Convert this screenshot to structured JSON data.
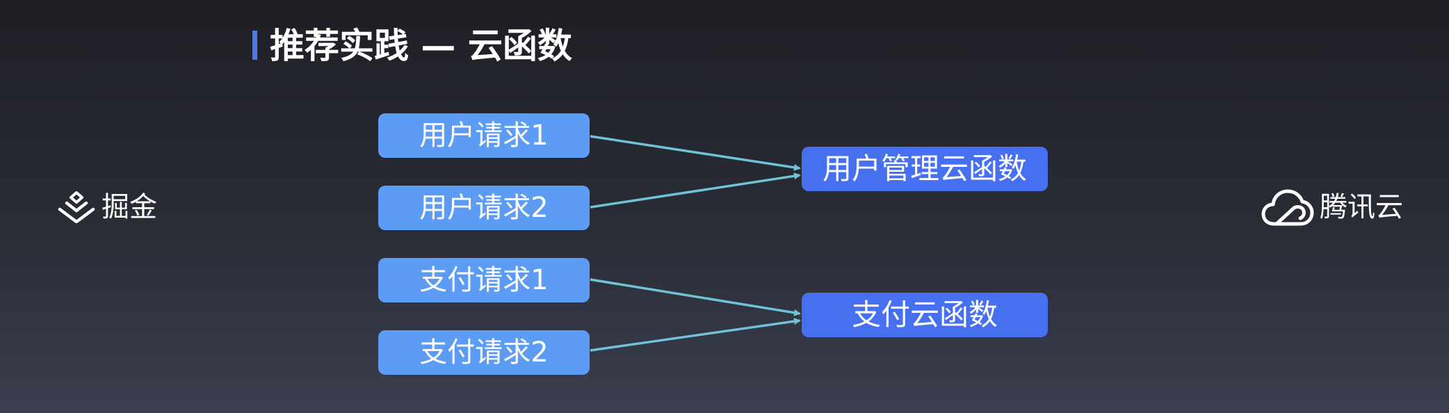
{
  "header": {
    "title": "推荐实践 — 云函数"
  },
  "diagram": {
    "requests": [
      {
        "label": "用户请求1"
      },
      {
        "label": "用户请求2"
      },
      {
        "label": "支付请求1"
      },
      {
        "label": "支付请求2"
      }
    ],
    "functions": [
      {
        "label": "用户管理云函数"
      },
      {
        "label": "支付云函数"
      }
    ],
    "edges": [
      {
        "from": "用户请求1",
        "to": "用户管理云函数"
      },
      {
        "from": "用户请求2",
        "to": "用户管理云函数"
      },
      {
        "from": "支付请求1",
        "to": "支付云函数"
      },
      {
        "from": "支付请求2",
        "to": "支付云函数"
      }
    ]
  },
  "brands": {
    "left": {
      "name": "掘金",
      "icon": "juejin-logo-icon"
    },
    "right": {
      "name": "腾讯云",
      "icon": "tencent-cloud-logo-icon"
    }
  },
  "colors": {
    "accent_bar": "#4c79f2",
    "request_box": "#5d9cf5",
    "function_box": "#4670f0",
    "arrow": "#6ec3d6",
    "text": "#ffffff"
  }
}
